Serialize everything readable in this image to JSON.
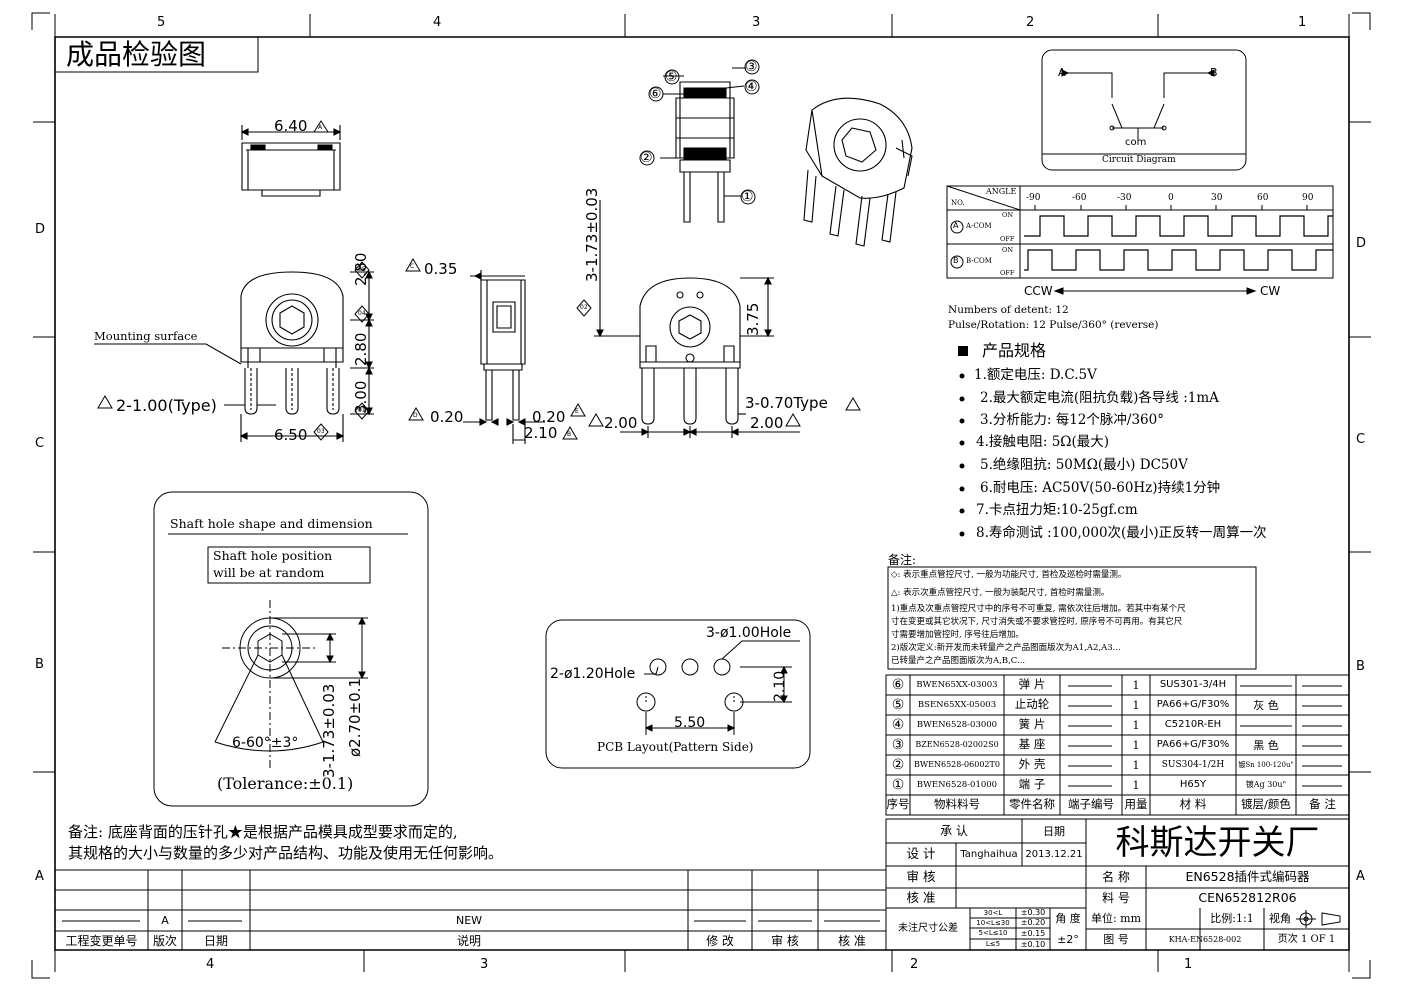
{
  "title": "成品检验图",
  "border": {
    "top": [
      "5",
      "4",
      "3",
      "2",
      "1"
    ],
    "bottom_left": [
      "4",
      "3"
    ],
    "bottom_right": [
      "2",
      "1"
    ],
    "left": [
      "D",
      "C",
      "B",
      "A"
    ],
    "right": [
      "D",
      "C",
      "B",
      "A"
    ]
  },
  "dims": {
    "top_width": "6.40",
    "h_2_80_a": "2.80",
    "h_2_80_b": "2.80",
    "h_3_00": "3.00",
    "pin_type": "2-1.00(Type)",
    "base_width": "6.50",
    "mounting_surface": "Mounting surface",
    "side_0_35": "0.35",
    "side_0_20_a": "0.20",
    "side_0_20_b": "0.20",
    "side_2_10": "2.10",
    "vert_1_73": "3-1.73±0.03",
    "front_3_75": "3.75",
    "front_2_00_a": "2.00",
    "front_2_00_b": "2.00",
    "pin_0_70": "3-0.70Type"
  },
  "symbols": {
    "sym_a": "A",
    "sym_c": "C",
    "sym_d": "D",
    "sym_e": "E",
    "sym_b": "B",
    "sym_01": "01",
    "sym_02": "02",
    "sym_03": "03",
    "sym_04": "04",
    "sym_05": "05"
  },
  "callouts": [
    "①",
    "②",
    "③",
    "④",
    "⑤",
    "⑥"
  ],
  "circuit": {
    "a": "A",
    "b": "B",
    "com": "com",
    "caption": "Circuit Diagram"
  },
  "waveform": {
    "angle": "ANGLE",
    "no": "NO.",
    "ticks": [
      "-90",
      "-60",
      "-30",
      "0",
      "30",
      "60",
      "90"
    ],
    "row_a_no": "A",
    "row_a": "A-COM",
    "row_b_no": "B",
    "row_b": "B-COM",
    "on": "ON",
    "off": "OFF",
    "ccw": "CCW",
    "cw": "CW",
    "detent": "Numbers of detent: 12",
    "pulse": "Pulse/Rotation: 12 Pulse/360° (reverse)"
  },
  "spec": {
    "heading": "产品规格",
    "items": [
      "1.额定电压: D.C.5V",
      "2.最大额定电流(阻抗负载)各导线 :1mA",
      "3.分析能力: 每12个脉冲/360°",
      "4.接触电阻: 5Ω(最大)",
      "5.绝缘阻抗: 50MΩ(最小) DC50V",
      "6.耐电压: AC50V(50-60Hz)持续1分钟",
      "7.卡点扭力矩:10-25gf.cm",
      "8.寿命测试 :100,000次(最小)正反转一周算一次"
    ]
  },
  "notes": {
    "label": "备注:",
    "lines": [
      "◇: 表示重点管控尺寸, 一般为功能尺寸, 首检及巡检时需量测。",
      "△: 表示次重点管控尺寸, 一般为装配尺寸, 首检时需量测。",
      "1)重点及次重点管控尺寸中的序号不可重复, 需依次往后增加。若其中有某个尺",
      "寸在变更或其它状况下, 尺寸消失或不要求管控时, 原序号不可再用。有其它尺",
      "寸需要增加管控时, 序号往后增加。",
      "2)版次定义:新开发而未转量产之产品图面版次为A1,A2,A3...",
      "已转量产之产品图面版次为A,B,C..."
    ]
  },
  "bom": {
    "rows": [
      {
        "no": "⑥",
        "code": "BWEN65XX-03003",
        "name": "弹 片",
        "qty": "1",
        "mat": "SUS301-3/4H",
        "color": ""
      },
      {
        "no": "⑤",
        "code": "BSEN65XX-05003",
        "name": "止动轮",
        "qty": "1",
        "mat": "PA66+G/F30%",
        "color": "灰 色"
      },
      {
        "no": "④",
        "code": "BWEN6528-03000",
        "name": "簧 片",
        "qty": "1",
        "mat": "C5210R-EH",
        "color": ""
      },
      {
        "no": "③",
        "code": "BZEN6528-02002S0",
        "name": "基 座",
        "qty": "1",
        "mat": "PA66+G/F30%",
        "color": "黑 色"
      },
      {
        "no": "②",
        "code": "BWEN6528-06002T0",
        "name": "外 壳",
        "qty": "1",
        "mat": "SUS304-1/2H",
        "color": "镀Sn 100-120u\""
      },
      {
        "no": "①",
        "code": "BWEN6528-01000",
        "name": "端 子",
        "qty": "1",
        "mat": "H65Y",
        "color": "镀Ag 30u\""
      }
    ],
    "header": [
      "序号",
      "物料料号",
      "零件名称",
      "端子编号",
      "用量",
      "材 料",
      "镀层/颜色",
      "备 注"
    ]
  },
  "shaft": {
    "title": "Shaft hole shape and dimension",
    "note_1": "Shaft hole position",
    "note_2": "will be at random",
    "angle": "6-60°±3°",
    "dim_1": "3-1.73±0.03",
    "dim_2": "ø2.70±0.1",
    "tolerance": "(Tolerance:±0.1)"
  },
  "pcb": {
    "hole_1": "3-ø1.00Hole",
    "hole_2": "2-ø1.20Hole",
    "dim_1": "2.10",
    "dim_2": "5.50",
    "caption": "PCB Layout(Pattern Side)"
  },
  "bottom_note": {
    "line1": "备注: 底座背面的压针孔★是根据产品模具成型要求而定的,",
    "line2": "其规格的大小与数量的多少对产品结构、功能及使用无任何影响。"
  },
  "revision": {
    "ver": "A",
    "desc": "NEW",
    "labels": [
      "工程变更单号",
      "版次",
      "日期",
      "说明",
      "修 改",
      "审 核",
      "核 准"
    ]
  },
  "titleblock": {
    "approve": "承 认",
    "date": "日期",
    "design": "设 计",
    "designer": "Tanghaihua",
    "design_date": "2013.12.21",
    "check": "审 核",
    "confirm": "核 准",
    "company": "科斯达开关厂",
    "name_label": "名 称",
    "name_value": "EN6528插件式编码器",
    "part_label": "料 号",
    "part_value": "CEN652812R06",
    "tol_label": "未注尺寸公差",
    "tol_rows": [
      {
        "range": "30<L",
        "tol": "±0.30"
      },
      {
        "range": "10<L≤30",
        "tol": "±0.20"
      },
      {
        "range": "5<L≤10",
        "tol": "±0.15"
      },
      {
        "range": "L≤5",
        "tol": "±0.10"
      }
    ],
    "angle_label": "角 度",
    "angle_value": "±2°",
    "unit": "单位: mm",
    "scale": "比例:1:1",
    "view": "视角",
    "drawing_label": "图 号",
    "drawing_no": "KHA-EN6528-002",
    "page": "页次 1 OF 1"
  }
}
